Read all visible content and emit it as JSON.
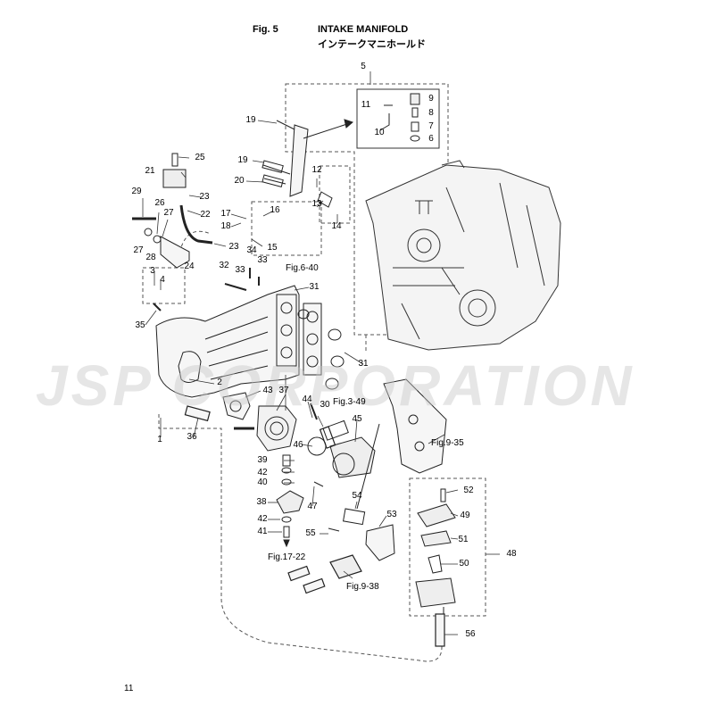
{
  "header": {
    "fig_label": "Fig. 5",
    "title_en": "INTAKE MANIFOLD",
    "title_jp": "インテークマニホールド"
  },
  "watermark": "JSP CORPORATION",
  "page_number": "11",
  "callouts": {
    "c1": "1",
    "c2": "2",
    "c3": "3",
    "c4": "4",
    "c5": "5",
    "c6": "6",
    "c7": "7",
    "c8": "8",
    "c9": "9",
    "c10": "10",
    "c11": "11",
    "c12": "12",
    "c13": "13",
    "c14": "14",
    "c15": "15",
    "c16": "16",
    "c17": "17",
    "c18": "18",
    "c19a": "19",
    "c19b": "19",
    "c20": "20",
    "c21": "21",
    "c22": "22",
    "c23a": "23",
    "c23b": "23",
    "c24": "24",
    "c25": "25",
    "c26": "26",
    "c27a": "27",
    "c27b": "27",
    "c28": "28",
    "c29": "29",
    "c30": "30",
    "c31a": "31",
    "c31b": "31",
    "c32": "32",
    "c33a": "33",
    "c33b": "33",
    "c34": "34",
    "c35": "35",
    "c36": "36",
    "c37": "37",
    "c38": "38",
    "c39": "39",
    "c40": "40",
    "c41": "41",
    "c42a": "42",
    "c42b": "42",
    "c43": "43",
    "c44": "44",
    "c45": "45",
    "c46": "46",
    "c47": "47",
    "c48": "48",
    "c49": "49",
    "c50": "50",
    "c51": "51",
    "c52": "52",
    "c53": "53",
    "c54": "54",
    "c55": "55",
    "c56": "56"
  },
  "references": {
    "fig6_40": "Fig.6-40",
    "fig3_49": "Fig.3-49",
    "fig9_35": "Fig.9-35",
    "fig17_22": "Fig.17-22",
    "fig9_38": "Fig.9-38"
  }
}
